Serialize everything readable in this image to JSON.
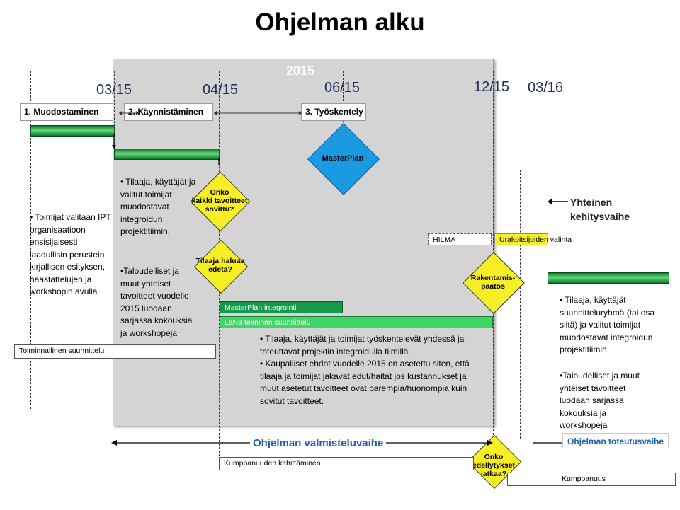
{
  "title": "Ohjelman alku",
  "year": "2015",
  "dates": [
    "03/15",
    "04/15",
    "06/15",
    "12/15",
    "03/16"
  ],
  "phases": {
    "p1": "1. Muodostaminen",
    "p2": "2. Käynnistäminen",
    "p3": "3. Työskentely"
  },
  "masterplan": "MasterPlan",
  "decisions": {
    "onko_kaikki": "Onko\nkaikki tavoitteet\nsovittu?",
    "tilaaja_haluaa": "Tilaaja haluaa\nedetä?",
    "rakentamis": "Rakentamis-\npäätös",
    "onko_edellytykset": "Onko\nedellytykset\njatkaa?"
  },
  "text_blocks": {
    "left": "• Toimijat valitaan IPT\norganisaatioon\nensisijaisesti\nlaadullisin perustein\nkirjallisen esityksen,\nhaastattelujen ja\nworkshopin avulla",
    "mid1": "• Tilaaja, käyttäjät ja\nvalitut toimijat\nmuodostavat\nintegroidun\nprojektitiimin.",
    "mid2": "•Taloudelliset ja\nmuut yhteiset\ntavoitteet vuodelle\n2015 luodaan\nsarjassa kokouksia\nja workshopeja",
    "center": "• Tilaaja, käyttäjät ja toimijat työskentelevät yhdessä ja\ntoteuttavat projektin integroidulla tiimillä.\n• Kaupalliset ehdot vuodelle 2015 on asetettu siten, että\ntilaaja ja toimijat jakavat edut/haitat jos kustannukset ja\nmuut asetetut tavoitteet ovat parempia/huonompia kuin\nsovitut tavoitteet.",
    "right1": "• Tilaaja, käyttäjät\nsuunnitteluryhmä (tai osa\nsiitä) ja valitut toimijat\nmuodostavat integroidun\nprojektitiimin.",
    "right2": "•Taloudelliset ja muut\nyhteiset tavoitteet\nluodaan sarjassa\nkokouksia ja\nworkshopeja"
  },
  "bars": {
    "toiminnallinen": "Toiminnallinen suunnittelu",
    "masterplan_integrointi": "MasterPlan integrointi",
    "lana": "LaNa tekninen suunnittelu",
    "hilma": "HILMA",
    "urakoitsija": "Urakoitsijoiden valinta",
    "kumppanuuden": "Kumppanuuden kehittäminen",
    "kumppanuus": "Kumppanuus"
  },
  "yhteinen": "Yhteinen\nkehitysvaihe",
  "valmisteluvaihe": "Ohjelman valmisteluvaihe",
  "toteutusvaihe": "Ohjelman toteutusvaihe",
  "colors": {
    "accent_blue": "#1f5fae",
    "yellow": "#f6ef28",
    "green": "#3cc85a",
    "panel": "#d4d4d4"
  }
}
